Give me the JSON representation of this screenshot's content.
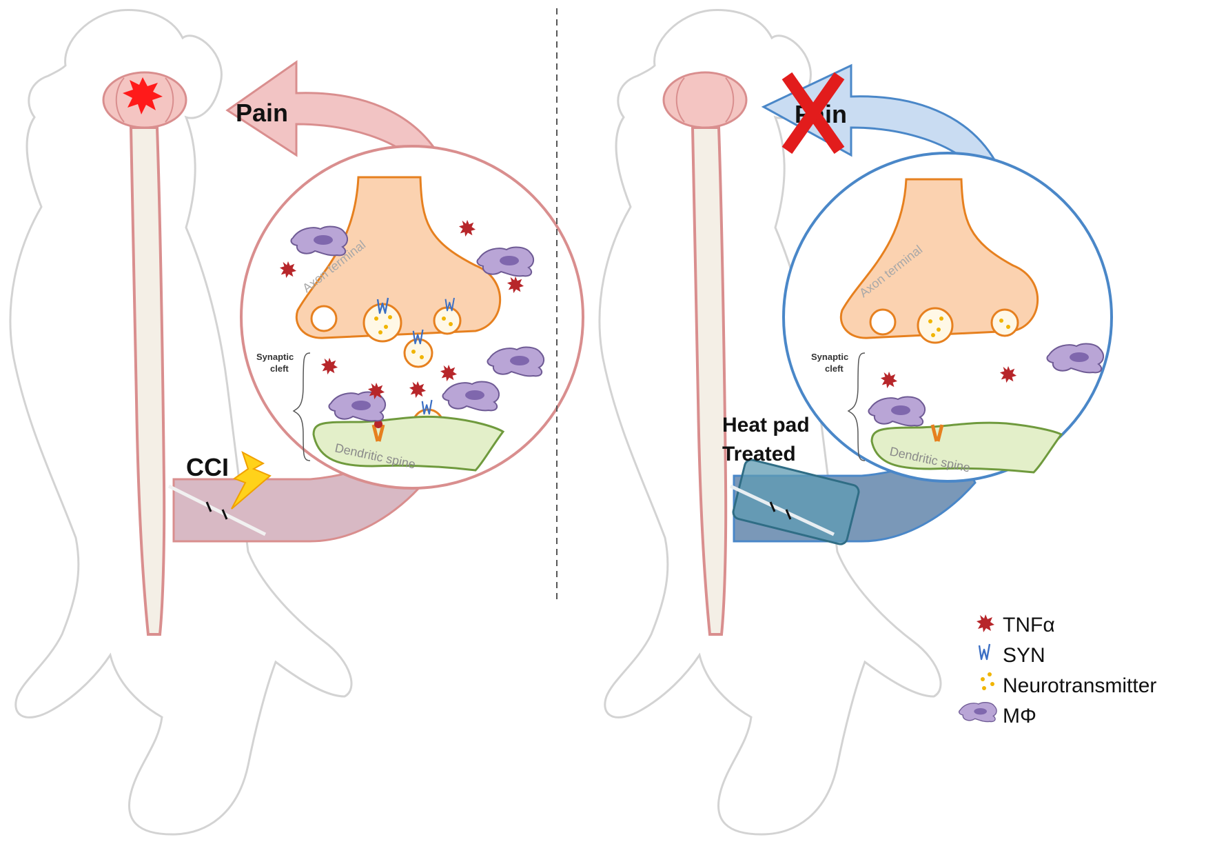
{
  "left_panel": {
    "pain_label": "Pain",
    "injury_label": "CCI",
    "axon_label": "Axon terminal",
    "cleft_label_line1": "Synaptic",
    "cleft_label_line2": "cleft",
    "dendrite_label": "Dendritic spine"
  },
  "right_panel": {
    "pain_label": "Pain",
    "treatment_label_line1": "Heat pad",
    "treatment_label_line2": "Treated",
    "axon_label": "Axon terminal",
    "cleft_label_line1": "Synaptic",
    "cleft_label_line2": "cleft",
    "dendrite_label": "Dendritic spine"
  },
  "legend": {
    "items": [
      {
        "icon": "tnf-alpha-icon",
        "label": "TNFα"
      },
      {
        "icon": "syn-icon",
        "label": "SYN"
      },
      {
        "icon": "neurotransmitter-icon",
        "label": "Neurotransmitter"
      },
      {
        "icon": "macrophage-icon",
        "label": "MΦ"
      }
    ]
  },
  "colors": {
    "pain_arrow": "#f2c4c4",
    "relief_arrow": "#c9dcf2",
    "left_circle": "#d98e8e",
    "right_circle": "#4a87c8",
    "axon_fill": "#fbd2b0",
    "axon_stroke": "#e6801f",
    "dendrite_fill": "#e3efc9",
    "dendrite_stroke": "#6f9a3d",
    "tnf": "#b7262a",
    "syn": "#3b6fc4",
    "neurotransmitter": "#f0b400",
    "macrophage": "#b9a5d6",
    "heat_pad": "#5f9bb3",
    "cross": "#e21c1c"
  }
}
